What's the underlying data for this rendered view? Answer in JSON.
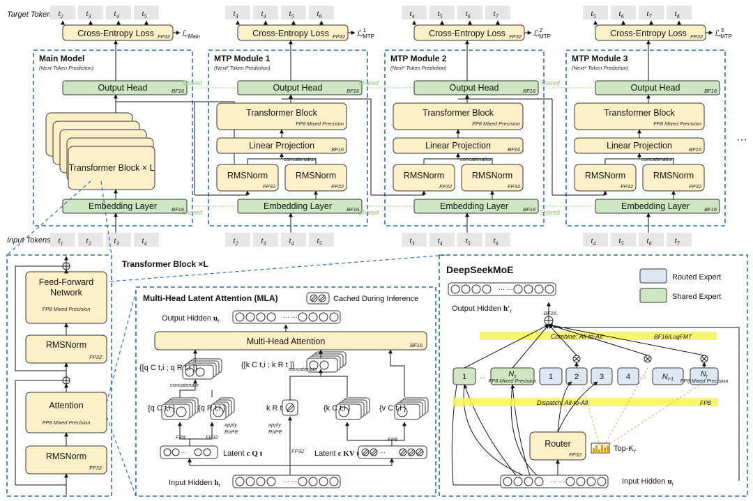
{
  "top": {
    "target_tokens_label": "Target Tokens",
    "input_tokens_label": "Input Tokens",
    "ellipsis": "···",
    "shared": "Shared"
  },
  "modules": [
    {
      "title": "Main Model",
      "subtitle": "(Next Token Prediction)",
      "loss_label": "Cross-Entropy Loss",
      "loss_prec": "FP32",
      "loss_symbol": "ℒ",
      "loss_sub": "Main",
      "loss_sup": "",
      "output_head": "Output Head",
      "output_prec": "BF16",
      "transformer": "Transformer Block × L",
      "embedding": "Embedding Layer",
      "embed_prec": "BF16",
      "target_tokens": [
        "t2",
        "t3",
        "t4",
        "t5"
      ],
      "input_tokens": [
        "t1",
        "t2",
        "t3",
        "t4"
      ]
    },
    {
      "title": "MTP Module 1",
      "subtitle": "(Next² Token Prediction)",
      "loss_label": "Cross-Entropy Loss",
      "loss_prec": "FP32",
      "loss_symbol": "ℒ",
      "loss_sub": "MTP",
      "loss_sup": "1",
      "output_head": "Output Head",
      "output_prec": "BF16",
      "transformer": "Transformer Block",
      "transformer_prec": "FP8 Mixed Precision",
      "linear": "Linear Projection",
      "linear_prec": "BF16",
      "concat": "concatenation",
      "rmsnorm": "RMSNorm",
      "rms_prec": "FP32",
      "embedding": "Embedding Layer",
      "embed_prec": "BF16",
      "target_tokens": [
        "t3",
        "t4",
        "t5",
        "t6"
      ],
      "input_tokens": [
        "t2",
        "t3",
        "t4",
        "t5"
      ]
    },
    {
      "title": "MTP Module 2",
      "subtitle": "(Next³ Token Prediction)",
      "loss_label": "Cross-Entropy Loss",
      "loss_prec": "FP32",
      "loss_symbol": "ℒ",
      "loss_sub": "MTP",
      "loss_sup": "2",
      "output_head": "Output Head",
      "output_prec": "BF16",
      "transformer": "Transformer Block",
      "transformer_prec": "FP8 Mixed Precision",
      "linear": "Linear Projection",
      "linear_prec": "BF16",
      "concat": "concatenation",
      "rmsnorm": "RMSNorm",
      "rms_prec": "FP32",
      "embedding": "Embedding Layer",
      "embed_prec": "BF16",
      "target_tokens": [
        "t4",
        "t5",
        "t6",
        "t7"
      ],
      "input_tokens": [
        "t3",
        "t4",
        "t5",
        "t6"
      ]
    },
    {
      "title": "MTP Module 3",
      "subtitle": "(Next⁴ Token Prediction)",
      "loss_label": "Cross-Entropy Loss",
      "loss_prec": "FP32",
      "loss_symbol": "ℒ",
      "loss_sub": "MTP",
      "loss_sup": "3",
      "output_head": "Output Head",
      "output_prec": "BF16",
      "transformer": "Transformer Block",
      "transformer_prec": "FP8 Mixed Precision",
      "linear": "Linear Projection",
      "linear_prec": "BF16",
      "concat": "concatenation",
      "rmsnorm": "RMSNorm",
      "rms_prec": "FP32",
      "embedding": "Embedding Layer",
      "embed_prec": "BF16",
      "target_tokens": [
        "t5",
        "t6",
        "t7",
        "t8"
      ],
      "input_tokens": [
        "t4",
        "t5",
        "t6",
        "t7"
      ]
    }
  ],
  "block_detail": {
    "title": "Transformer Block ×L",
    "ffn_line1": "Feed-Forward",
    "ffn_line2": "Network",
    "ffn_prec": "FP8 Mixed Precision",
    "rmsnorm": "RMSNorm",
    "rms_prec": "FP32",
    "attention": "Attention",
    "attn_prec": "FP8 Mixed Precision"
  },
  "mla": {
    "title": "Multi-Head Latent Attention (MLA)",
    "cached": "Cached During Inference",
    "output_hidden": "Output Hidden",
    "output_hidden_sym": "u",
    "output_hidden_sub": "t",
    "mha": "Multi-Head Attention",
    "mha_prec": "BF16",
    "q_concat_label": "{[q C t,i ; q R t,i ]}",
    "k_concat_label": "{[k C t,i ; k R t ]}",
    "concatenate": "concatenate",
    "qc": "{q C t,i }",
    "qr": "{q R t,i }",
    "kr": "k R t",
    "kc": "{k C t,i }",
    "vc": "{v C t,i }",
    "apply": "apply",
    "rope": "RoPE",
    "fp8": "FP8",
    "fp32": "FP32",
    "latent": "Latent",
    "latent_q": "c Q t",
    "latent_kv": "c KV t",
    "input_hidden": "Input Hidden",
    "input_hidden_sym": "h",
    "input_hidden_sub": "t",
    "dots": "··· ···"
  },
  "moe": {
    "title": "DeepSeekMoE",
    "legend_routed": "Routed Expert",
    "legend_shared": "Shared Expert",
    "output_hidden": "Output Hidden",
    "output_hidden_sym": "h′",
    "output_hidden_sub": "t",
    "bf16": "BF16",
    "combine": "Combine: All-to-All",
    "combine_prec": "BF16/LogFMT",
    "dispatch": "Dispatch:  All-to-All",
    "dispatch_prec": "FP8",
    "shared_experts": [
      "1",
      "Ns"
    ],
    "ns_prec": "FP8 Mixed Precision",
    "routed_experts": [
      "1",
      "2",
      "3",
      "4",
      "Nr-1",
      "Nr"
    ],
    "nr_prec": "FP8 Mixed Precision",
    "router": "Router",
    "router_prec": "FP32",
    "topk": "Top-K",
    "topk_sub": "r",
    "input_hidden": "Input Hidden",
    "input_hidden_sym": "u",
    "input_hidden_sub": "t",
    "dots": "··· ···"
  },
  "colors": {
    "yellow_block": "#fdf0c8",
    "green_block": "#cfe6c2",
    "blue_block": "#dde8f4",
    "dashed_frame": "#2b6cb0",
    "highlight": "#f7f35a"
  }
}
